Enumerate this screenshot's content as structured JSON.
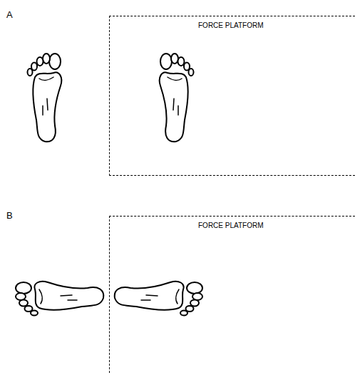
{
  "diagram": {
    "nodes": [
      {
        "text": [
          "FORCE PLATFORM"
        ]
      },
      {
        "text": [
          "FORCE PLATFORM"
        ]
      }
    ],
    "labels": [
      "A",
      "B"
    ]
  }
}
